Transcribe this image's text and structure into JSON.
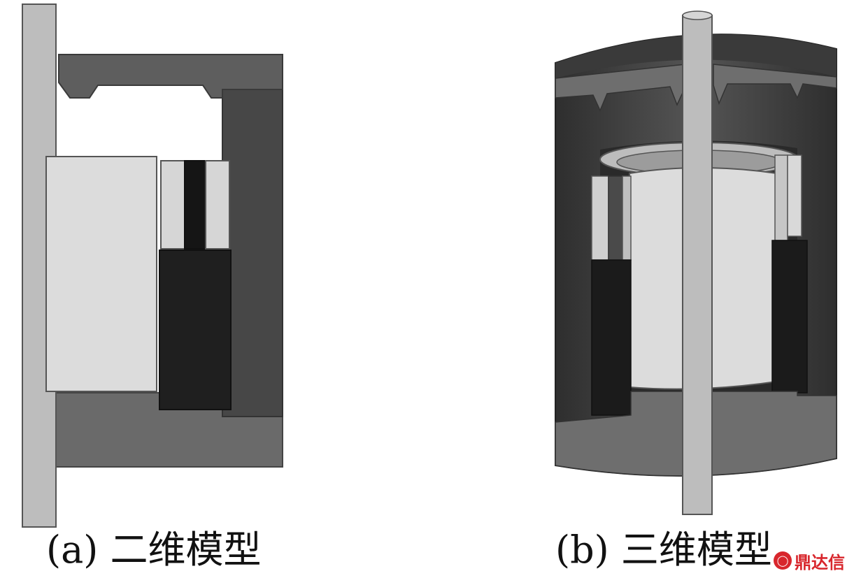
{
  "captions": {
    "a": "(a) 二维模型",
    "b": "(b) 三维模型"
  },
  "watermark": {
    "icon": "dingdaxin-logo-icon",
    "text": "鼎达信"
  },
  "colors": {
    "light_gray": "#d9d9d9",
    "medium_gray": "#bcbcbc",
    "dark_gray": "#626262",
    "charcoal": "#3c3c3c",
    "black": "#1c1c1c",
    "watermark_red": "#d8262c"
  }
}
